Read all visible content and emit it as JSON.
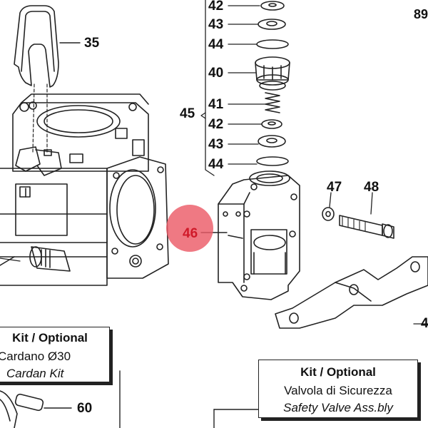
{
  "page_number": "89",
  "callouts": {
    "c35": "35",
    "c42a": "42",
    "c43a": "43",
    "c44a": "44",
    "c40": "40",
    "c45": "45",
    "c41": "41",
    "c42b": "42",
    "c43b": "43",
    "c44b": "44",
    "c46": "46",
    "c47": "47",
    "c48": "48",
    "c4x": "4",
    "c60": "60"
  },
  "left_box": {
    "heading": "Kit",
    "heading_sep": "/",
    "heading_optional": "Optional",
    "line_it": "Cardano Ø30",
    "line_en": "Cardan Kit"
  },
  "right_box": {
    "heading": "Kit",
    "heading_sep": "/",
    "heading_optional": "Optional",
    "line_it": "Valvola di Sicurezza",
    "line_en": "Safety Valve Ass.bly"
  },
  "highlight": {
    "part": "46",
    "color": "#ec5c68"
  }
}
